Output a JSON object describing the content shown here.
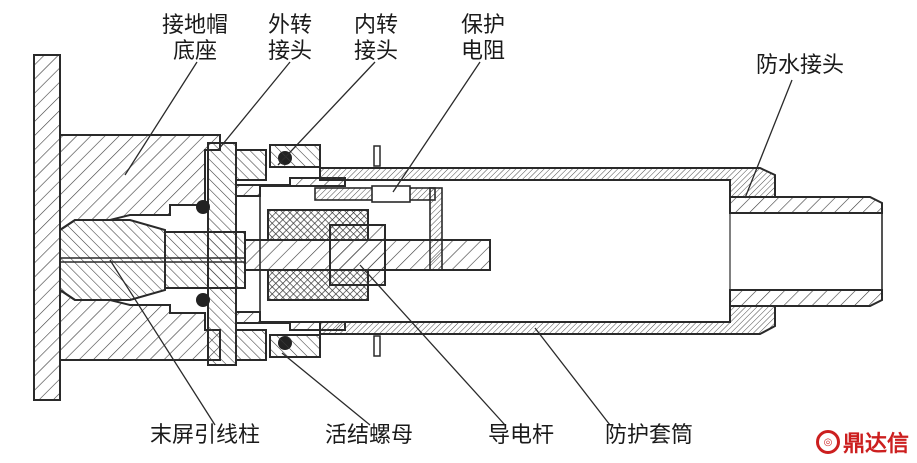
{
  "labels": {
    "ground_cap_base": [
      "接地帽",
      "底座"
    ],
    "outer_joint": [
      "外转",
      "接头"
    ],
    "inner_joint": [
      "内转",
      "接头"
    ],
    "protect_resistor": [
      "保护",
      "电阻"
    ],
    "waterproof_joint": "防水接头",
    "tail_screen_post": "末屏引线柱",
    "union_nut": "活结螺母",
    "conductor_rod": "导电杆",
    "protective_sleeve": "防护套筒"
  },
  "watermark": "鼎达信",
  "colors": {
    "line": "#2a2a2a",
    "logo": "#cc1f1f"
  }
}
